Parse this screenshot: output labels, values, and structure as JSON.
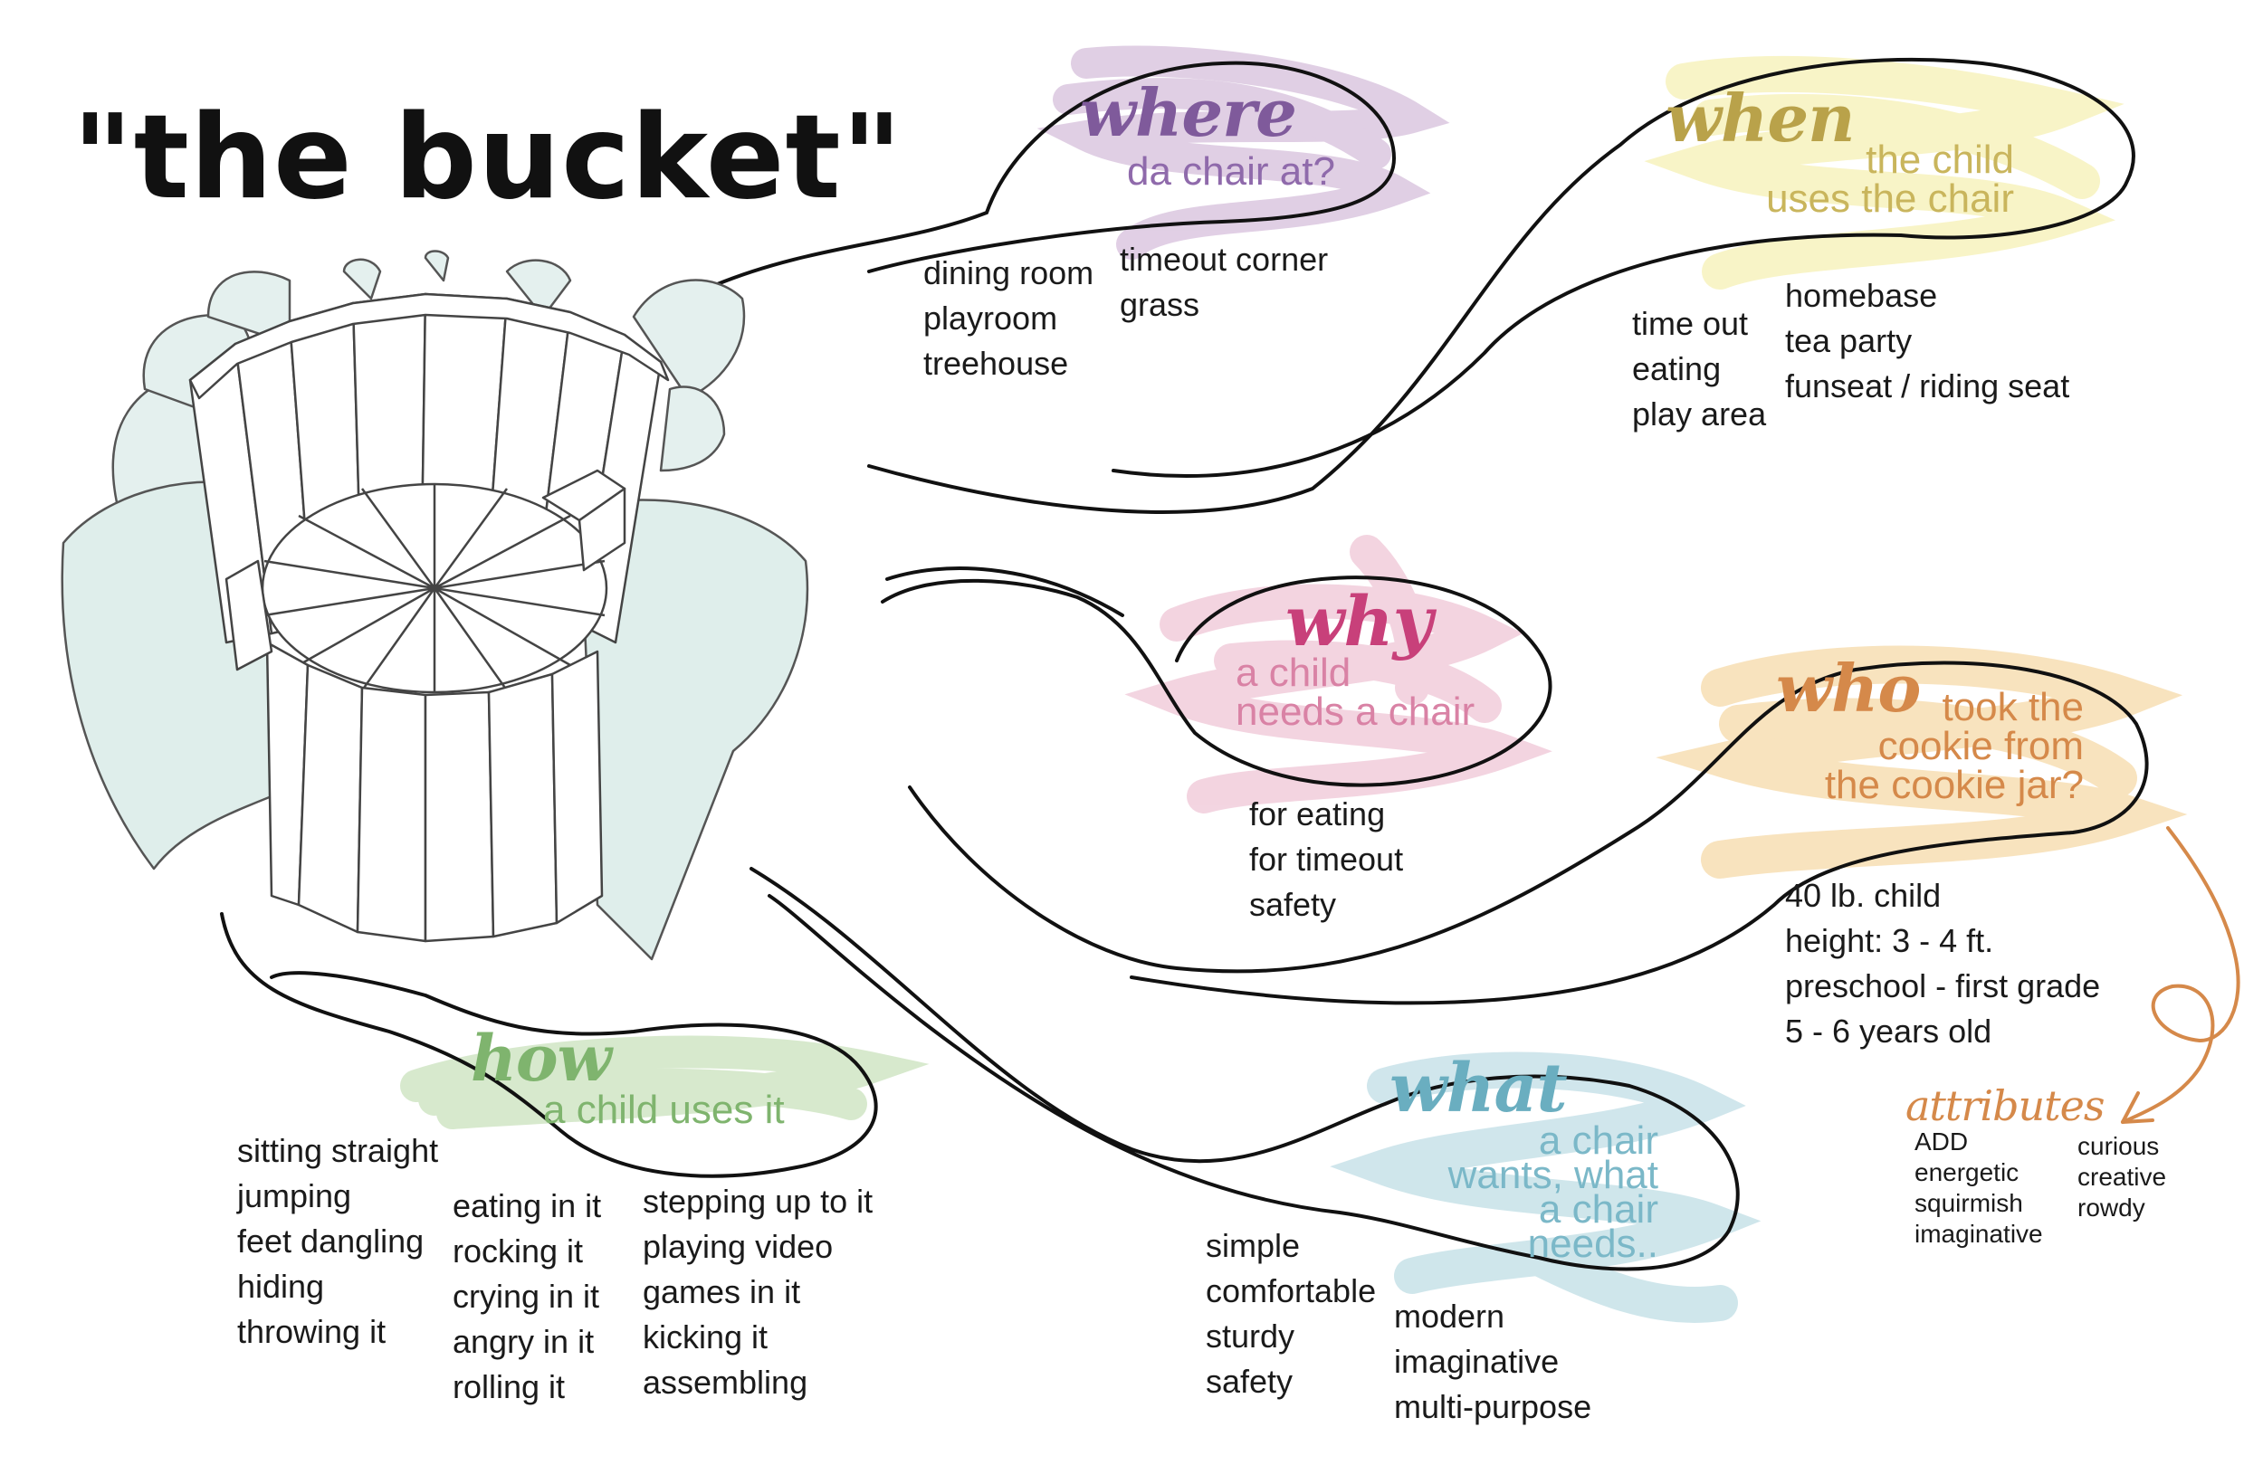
{
  "title": "\"the bucket\"",
  "colors": {
    "where": "#7f5a9b",
    "when": "#b9a24a",
    "why": "#d16a93",
    "who": "#d5894a",
    "how": "#7fb46e",
    "what": "#6aaec0",
    "ink": "#111111"
  },
  "where": {
    "heading": "where",
    "subtitle": "da chair at?",
    "col1": [
      "dining room",
      "playroom",
      "treehouse"
    ],
    "col2": [
      "timeout corner",
      "grass"
    ]
  },
  "when": {
    "heading": "when",
    "subtitle_lines": [
      "the child",
      "uses the chair"
    ],
    "col1": [
      "time out",
      "eating",
      "play area"
    ],
    "col2": [
      "homebase",
      "tea party",
      "funseat / riding seat"
    ]
  },
  "why": {
    "heading": "why",
    "subtitle_lines": [
      "a child",
      "needs a chair"
    ],
    "items": [
      "for eating",
      "for timeout",
      "safety"
    ]
  },
  "who": {
    "heading": "who",
    "subtitle_lines": [
      "took the",
      "cookie from",
      "the cookie jar?"
    ],
    "items": [
      "40 lb. child",
      "height: 3 - 4 ft.",
      "preschool - first grade",
      "5 - 6 years old"
    ],
    "attributes": {
      "heading": "attributes",
      "col1": [
        "ADD",
        "energetic",
        "squirmish",
        "imaginative"
      ],
      "col2": [
        "curious",
        "creative",
        "rowdy"
      ]
    }
  },
  "how": {
    "heading": "how",
    "subtitle": "a child uses it",
    "col1": [
      "sitting straight",
      "jumping",
      "feet dangling",
      "hiding",
      "throwing it"
    ],
    "col2": [
      "eating in it",
      "rocking it",
      "crying in it",
      "angry in it",
      "rolling it"
    ],
    "col3": [
      "stepping up to it",
      "playing video",
      "games in it",
      "kicking it",
      "assembling"
    ]
  },
  "what": {
    "heading": "what",
    "subtitle_lines": [
      "a chair",
      "wants, what",
      "a chair",
      "needs.."
    ],
    "col1": [
      "simple",
      "comfortable",
      "sturdy",
      "safety"
    ],
    "col2": [
      "modern",
      "imaginative",
      "multi-purpose"
    ]
  }
}
